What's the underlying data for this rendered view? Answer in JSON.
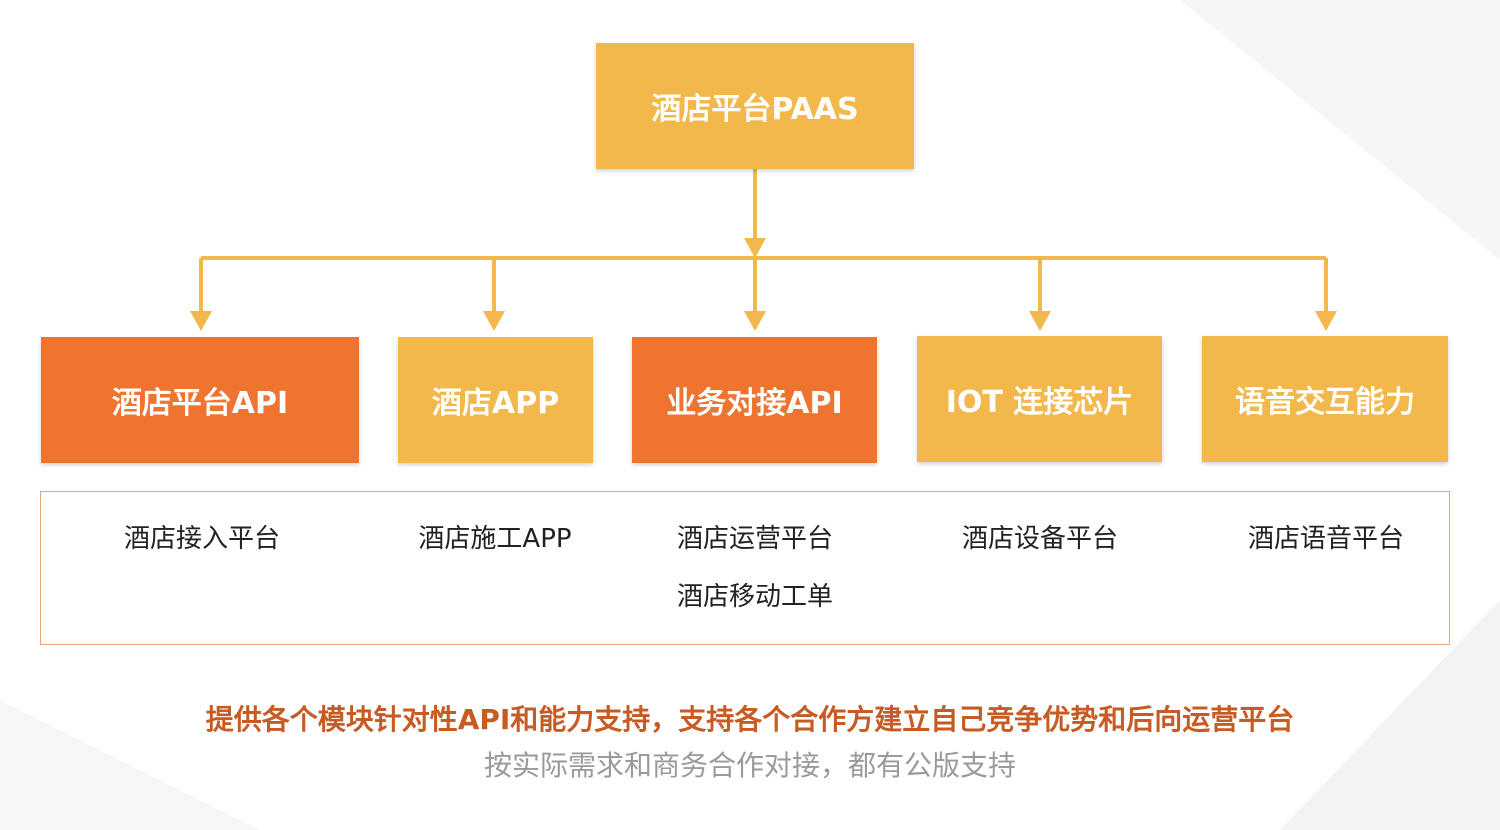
{
  "colors": {
    "yellow": "#f2b84b",
    "orange": "#ee7430",
    "connector": "#f2b84b",
    "panel_border": "#e9a27c",
    "footer_main": "#c75b24",
    "footer_sub": "#9a9a9a"
  },
  "top_node": {
    "label": "酒店平台PAAS",
    "color": "yellow"
  },
  "modules": [
    {
      "label": "酒店平台API",
      "color": "orange"
    },
    {
      "label": "酒店APP",
      "color": "yellow"
    },
    {
      "label": "业务对接API",
      "color": "orange"
    },
    {
      "label": "IOT 连接芯片",
      "color": "yellow"
    },
    {
      "label": "语音交互能力",
      "color": "yellow"
    }
  ],
  "details": [
    {
      "items": [
        "酒店接入平台"
      ]
    },
    {
      "items": [
        "酒店施工APP"
      ]
    },
    {
      "items": [
        "酒店运营平台",
        "酒店移动工单"
      ]
    },
    {
      "items": [
        "酒店设备平台"
      ]
    },
    {
      "items": [
        "酒店语音平台"
      ]
    }
  ],
  "footer": {
    "main": "提供各个模块针对性API和能力支持，支持各个合作方建立自己竞争优势和后向运营平台",
    "sub": "按实际需求和商务合作对接，都有公版支持"
  }
}
